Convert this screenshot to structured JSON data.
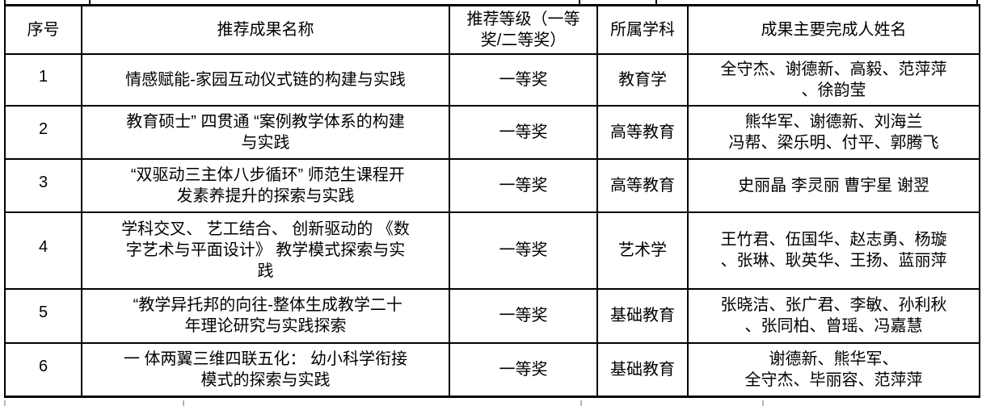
{
  "table": {
    "headers": {
      "num": "序号",
      "title": "推荐成果名称",
      "level": "推荐等级（一等\n奖/二等奖）",
      "subject": "所属学科",
      "names": "成果主要完成人姓名"
    },
    "rows": [
      {
        "num": "1",
        "title": "情感赋能-家园互动仪式链的构建与实践",
        "level": "一等奖",
        "subject": "教育学",
        "names": "全守杰、谢德新、高毅、范萍萍\n、徐韵莹"
      },
      {
        "num": "2",
        "title": "教育硕士” 四贯通 “案例教学体系的构建\n与实践",
        "level": "一等奖",
        "subject": "高等教育",
        "names": "熊华军、谢德新、刘海兰\n冯帮、梁乐明、付平、郭腾飞"
      },
      {
        "num": "3",
        "title": " “双驱动三主体八步循环” 师范生课程开\n发素养提升的探索与实践",
        "level": "一等奖",
        "subject": "高等教育",
        "names": "史丽晶 李灵丽 曹宇星 谢翌"
      },
      {
        "num": "4",
        "title": "学科交叉、 艺工结合、 创新驱动的 《数\n字艺术与平面设计》 教学模式探索与实\n践",
        "level": "一等奖",
        "subject": "艺术学",
        "names": "王竹君、伍国华、赵志勇、杨璇\n、张琳、耿英华、王扬、蓝丽萍"
      },
      {
        "num": "5",
        "title": " “教学异托邦的向往-整体生成教学二十\n年理论研究与实践探索",
        "level": "一等奖",
        "subject": "基础教育",
        "names": "张晓洁、张广君、李敏、孙利秋\n、张同柏、曾瑶、冯嘉慧"
      },
      {
        "num": "6",
        "title": "一 体两翼三维四联五化： 幼小科学衔接\n模式的探索与实践",
        "level": "一等奖",
        "subject": "基础教育",
        "names": "谢德新、熊华军、\n全守杰、毕丽容、范萍萍"
      }
    ]
  },
  "colors": {
    "border": "#000000",
    "text": "#000000",
    "background": "#ffffff",
    "faint_line": "#b5b5b5"
  }
}
